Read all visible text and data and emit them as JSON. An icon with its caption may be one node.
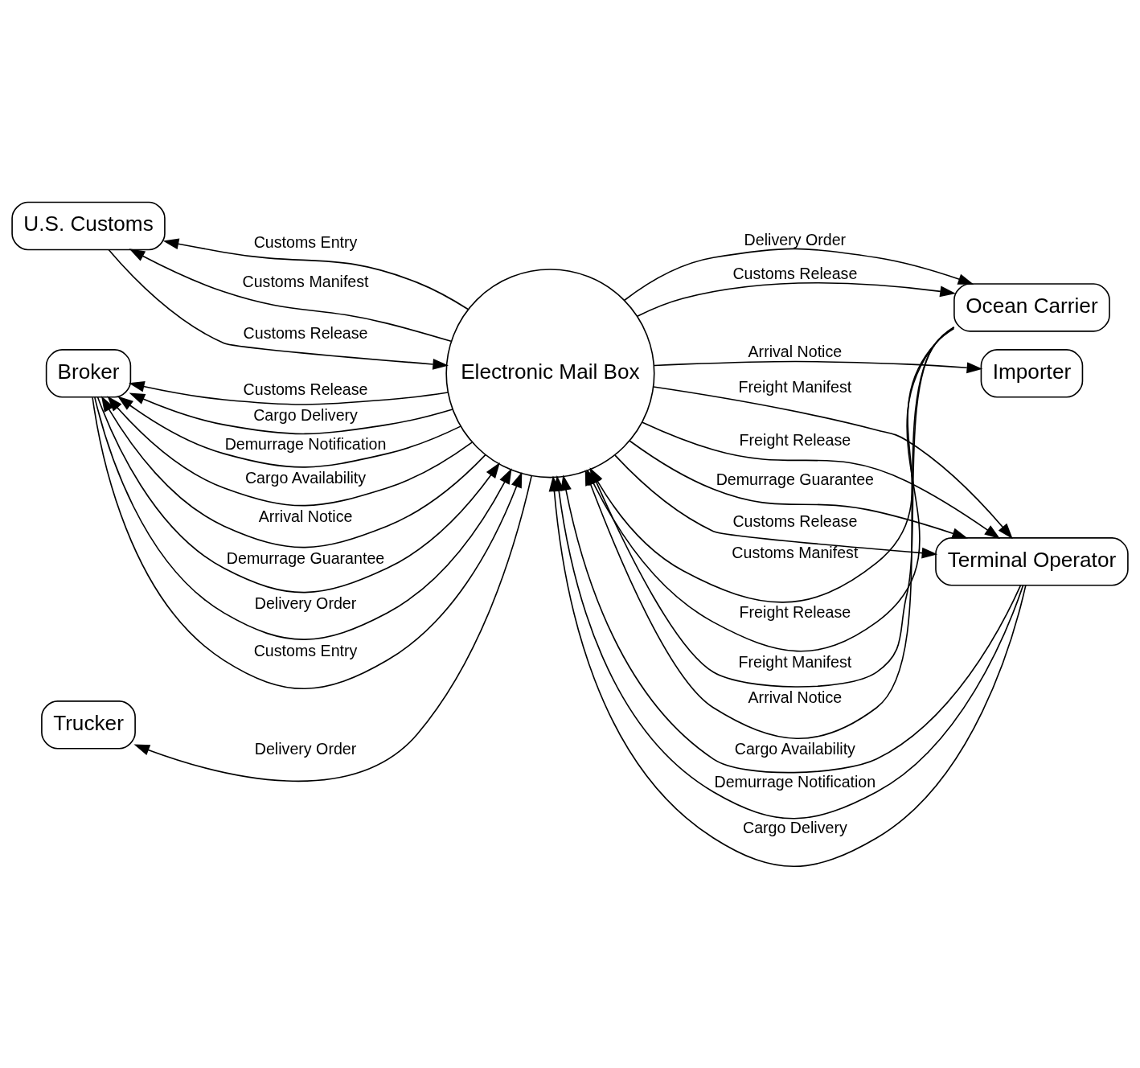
{
  "diagram": {
    "nodes": [
      {
        "text": [
          "Electronic Mail Box"
        ]
      },
      {
        "text": [
          "Ocean Carrier"
        ]
      },
      {
        "text": [
          "Importer"
        ]
      },
      {
        "text": [
          "Terminal Operator"
        ]
      },
      {
        "text": [
          "U.S. Customs"
        ]
      },
      {
        "text": [
          "Broker"
        ]
      },
      {
        "text": [
          "Trucker"
        ]
      }
    ],
    "edges": [
      {
        "from": 1,
        "to": 0,
        "arrow": "to",
        "label": "Customs Manifest"
      },
      {
        "from": 1,
        "to": 0,
        "arrow": "to",
        "label": "Freight Release"
      },
      {
        "from": 1,
        "to": 0,
        "arrow": "to",
        "label": "Freight Manifest"
      },
      {
        "from": 1,
        "to": 0,
        "arrow": "to",
        "label": "Arrival Notice"
      },
      {
        "from": 0,
        "to": 1,
        "arrow": "to",
        "label": "Delivery Order"
      },
      {
        "from": 0,
        "to": 1,
        "arrow": "to",
        "label": "Customs Release"
      },
      {
        "from": 0,
        "to": 2,
        "arrow": "to",
        "label": "Arrival Notice"
      },
      {
        "from": 3,
        "to": 0,
        "arrow": "to",
        "label": "Cargo Availability"
      },
      {
        "from": 3,
        "to": 0,
        "arrow": "to",
        "label": "Demurrage Notification"
      },
      {
        "from": 3,
        "to": 0,
        "arrow": "to",
        "label": "Cargo Delivery"
      },
      {
        "from": 0,
        "to": 3,
        "arrow": "to",
        "label": "Freight Manifest"
      },
      {
        "from": 0,
        "to": 3,
        "arrow": "to",
        "label": "Freight Release"
      },
      {
        "from": 0,
        "to": 3,
        "arrow": "to",
        "label": "Demurrage Guarantee"
      },
      {
        "from": 0,
        "to": 3,
        "arrow": "to",
        "label": "Customs Release"
      },
      {
        "from": 0,
        "to": 4,
        "arrow": "to",
        "label": "Customs Entry"
      },
      {
        "from": 0,
        "to": 4,
        "arrow": "to",
        "label": "Customs Manifest"
      },
      {
        "from": 4,
        "to": 0,
        "arrow": "to",
        "label": "Customs Release"
      },
      {
        "from": 0,
        "to": 5,
        "arrow": "to",
        "label": "Customs Release"
      },
      {
        "from": 0,
        "to": 5,
        "arrow": "to",
        "label": "Cargo Delivery"
      },
      {
        "from": 0,
        "to": 5,
        "arrow": "to",
        "label": "Demurrage Notification"
      },
      {
        "from": 0,
        "to": 5,
        "arrow": "to",
        "label": "Cargo Availability"
      },
      {
        "from": 0,
        "to": 5,
        "arrow": "to",
        "label": "Arrival Notice"
      },
      {
        "from": 5,
        "to": 0,
        "arrow": "to",
        "label": "Demurrage Guarantee"
      },
      {
        "from": 5,
        "to": 0,
        "arrow": "to",
        "label": "Delivery Order"
      },
      {
        "from": 5,
        "to": 0,
        "arrow": "to",
        "label": "Customs Entry"
      },
      {
        "from": 0,
        "to": 6,
        "arrow": "to",
        "label": "Delivery Order"
      }
    ]
  }
}
